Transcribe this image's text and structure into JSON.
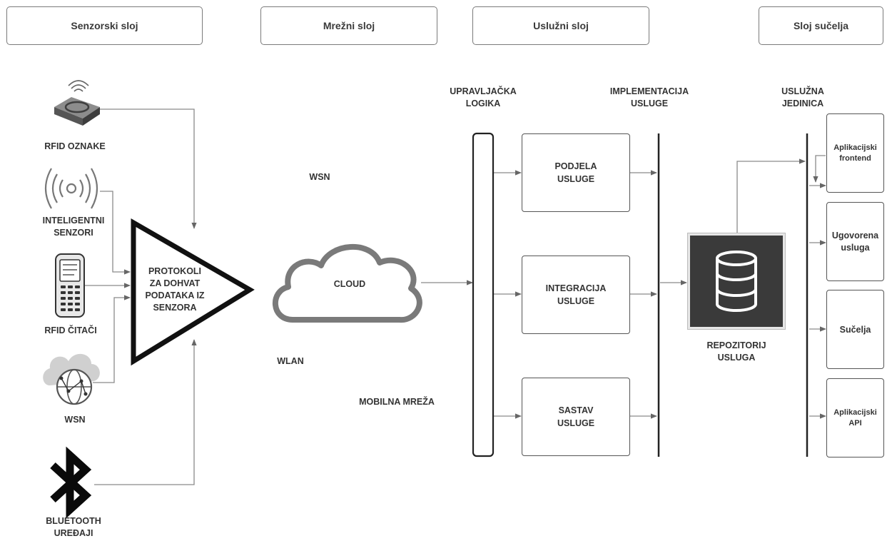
{
  "layers": {
    "sensor": "Senzorski sloj",
    "network": "Mrežni sloj",
    "service": "Uslužni sloj",
    "interface": "Sloj sučelja"
  },
  "devices": {
    "rfid_tags": "RFID OZNAKE",
    "smart_sensors_l1": "INTELIGENTNI",
    "smart_sensors_l2": "SENZORI",
    "rfid_readers": "RFID ČITAČI",
    "wsn": "WSN",
    "bluetooth_l1": "BLUETOOTH",
    "bluetooth_l2": "UREĐAJI"
  },
  "protocol": {
    "l1": "PROTOKOLI",
    "l2": "ZA DOHVAT",
    "l3": "PODATAKA IZ",
    "l4": "SENZORA"
  },
  "network": {
    "cloud": "CLOUD",
    "wsn": "WSN",
    "wlan": "WLAN",
    "mobile": "MOBILNA MREŽA"
  },
  "service": {
    "control_l1": "UPRAVLJAČKA",
    "control_l2": "LOGIKA",
    "impl_l1": "IMPLEMENTACIJA",
    "impl_l2": "USLUGE",
    "unit_l1": "USLUŽNA",
    "unit_l2": "JEDINICA",
    "distribution_l1": "PODJELA",
    "distribution_l2": "USLUGE",
    "integration_l1": "INTEGRACIJA",
    "integration_l2": "USLUGE",
    "composition_l1": "SASTAV",
    "composition_l2": "USLUGE",
    "repository_l1": "REPOZITORIJ",
    "repository_l2": "USLUGA"
  },
  "interface": {
    "frontend_l1": "Aplikacijski",
    "frontend_l2": "frontend",
    "contracted_l1": "Ugovorena",
    "contracted_l2": "usluga",
    "interfaces": "Sučelja",
    "api_l1": "Aplikacijski",
    "api_l2": "API"
  },
  "icons": {
    "rfid_tag": "rfid-tag-icon",
    "smart_sensor": "wireless-signal-icon",
    "rfid_reader": "handheld-reader-icon",
    "wsn": "cloud-globe-icon",
    "bluetooth": "bluetooth-icon",
    "cloud": "cloud-icon",
    "database": "database-icon"
  },
  "colors": {
    "line": "#777777",
    "dark_panel": "#3a3a3a",
    "cloud_stroke": "#6e6e6e"
  }
}
